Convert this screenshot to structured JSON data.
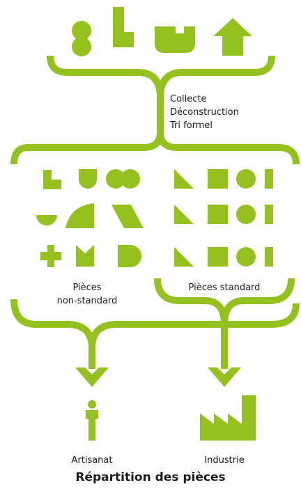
{
  "colors": {
    "accent": "#95c11f",
    "text": "#1a1a1a"
  },
  "process": {
    "steps": [
      "Collecte",
      "Déconstruction",
      "Tri formel"
    ]
  },
  "categories": {
    "non_standard": [
      "Pièces",
      "non-standard"
    ],
    "standard": "Pièces standard"
  },
  "outputs": {
    "artisanat": "Artisanat",
    "industrie": "Industrie"
  },
  "title": "Répartition des pièces"
}
